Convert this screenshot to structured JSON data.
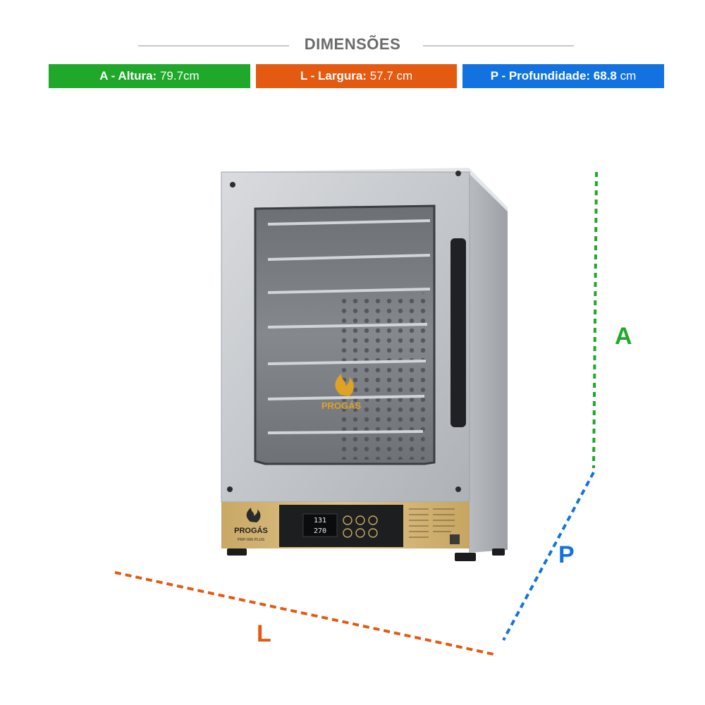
{
  "header": {
    "title": "DIMENSÕES"
  },
  "dimensions": [
    {
      "key": "altura",
      "label": "A - Altura:",
      "value": "79.7cm",
      "color": "#1fa82a"
    },
    {
      "key": "largura",
      "label": "L - Largura:",
      "value": "57.7 cm",
      "color": "#e35a10"
    },
    {
      "key": "profundidade",
      "label": "P - Profundidade: 68.8",
      "value": "cm",
      "color": "#1273e0"
    }
  ],
  "axes": {
    "height_letter": "A",
    "width_letter": "L",
    "depth_letter": "P"
  },
  "product": {
    "brand": "PROGÁS",
    "model": "PRP-006 PLUS",
    "display_line1": "131",
    "display_line2": "270"
  }
}
